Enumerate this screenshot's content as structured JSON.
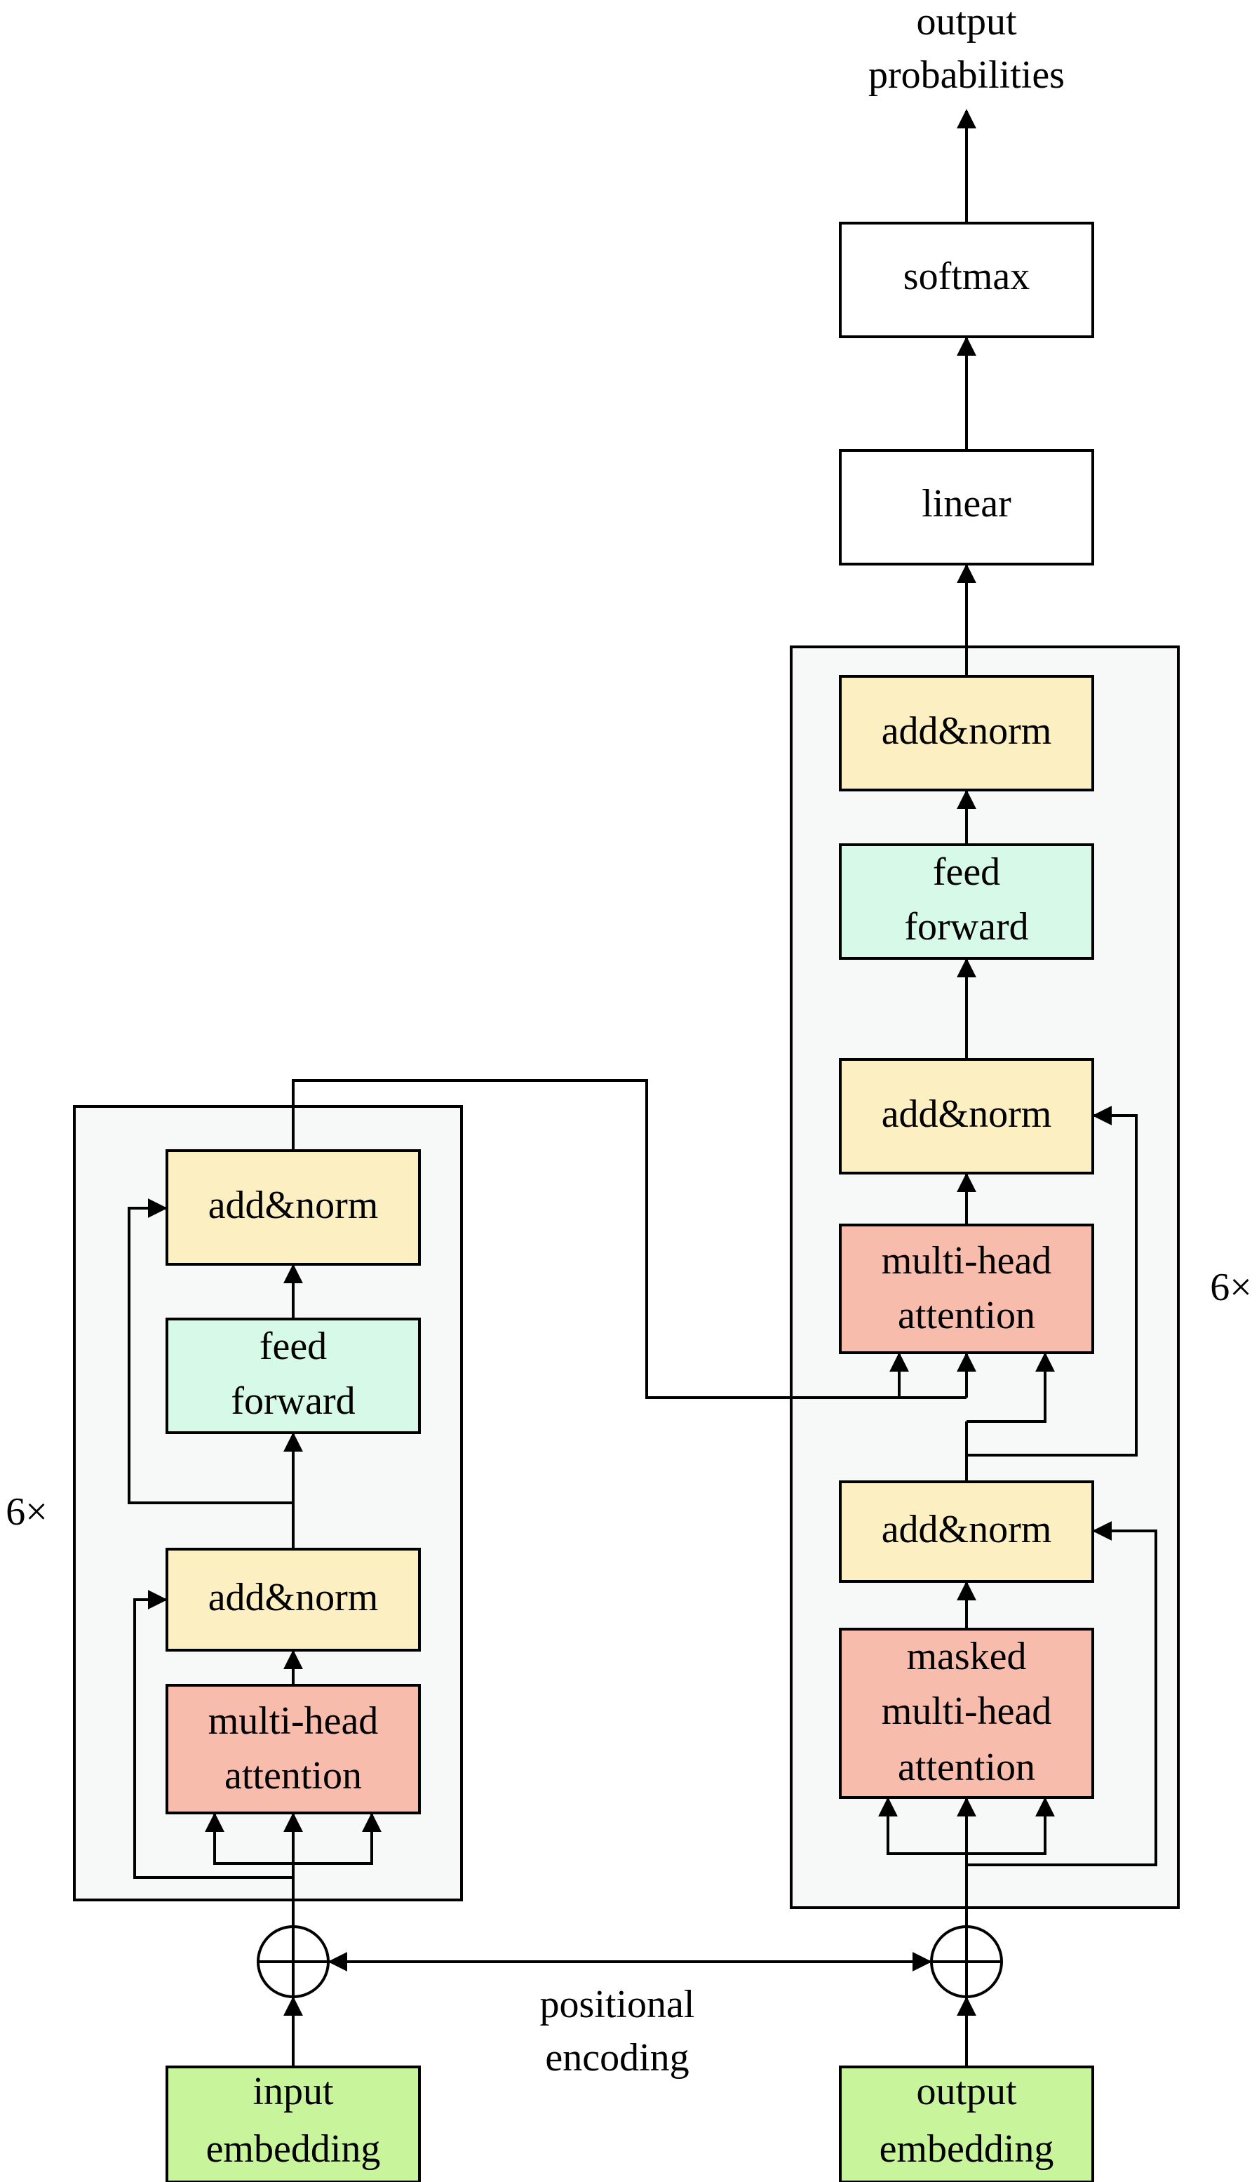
{
  "colors": {
    "frame_fill": "#f7f8f8",
    "add_norm": "#fcefc1",
    "feed_forward": "#d6f9e8",
    "attention": "#f8bcad",
    "embedding": "#c8f59c",
    "output_box": "#ffffff"
  },
  "encoder": {
    "repeat": "6×",
    "add_norm_top": "add&norm",
    "feed_forward": [
      "feed",
      "forward"
    ],
    "add_norm_bottom": "add&norm",
    "attention": [
      "multi-head",
      "attention"
    ],
    "embedding": [
      "input",
      "embedding"
    ]
  },
  "decoder": {
    "repeat": "6×",
    "add_norm_top": "add&norm",
    "feed_forward": [
      "feed",
      "forward"
    ],
    "add_norm_middle": "add&norm",
    "attention": [
      "multi-head",
      "attention"
    ],
    "add_norm_bottom": "add&norm",
    "masked_attention": [
      "masked",
      "multi-head",
      "attention"
    ],
    "embedding": [
      "output",
      "embedding"
    ]
  },
  "head": {
    "linear": "linear",
    "softmax": "softmax",
    "output": [
      "output",
      "probabilities"
    ]
  },
  "positional_encoding": [
    "positional",
    "encoding"
  ],
  "icons": {
    "adder": "circle-plus-icon"
  }
}
